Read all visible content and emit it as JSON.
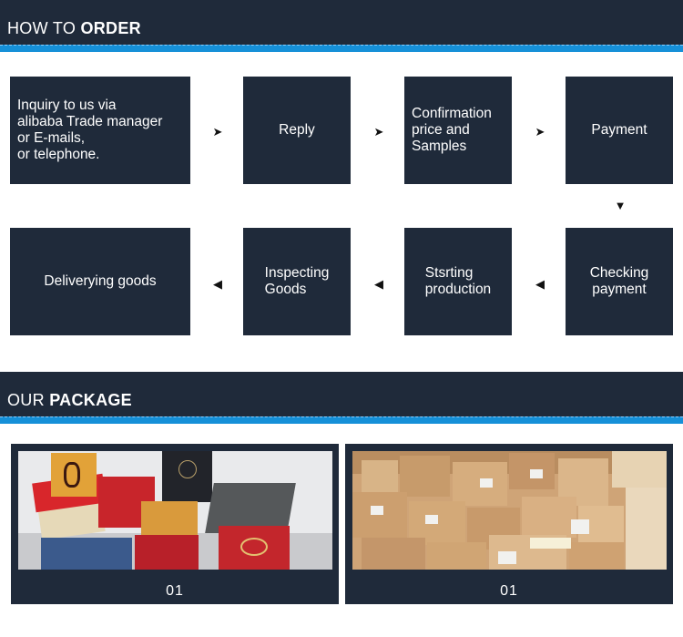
{
  "order_section": {
    "title_normal": "HOW TO ",
    "title_bold": "ORDER",
    "steps": [
      {
        "label": "Inquiry to us via\nalibaba Trade manager\nor E-mails,\nor telephone."
      },
      {
        "label": "Reply"
      },
      {
        "label": "Confirmation\nprice and\nSamples"
      },
      {
        "label": "Payment"
      },
      {
        "label": "Checking\npayment"
      },
      {
        "label": "Stsrting\nproduction"
      },
      {
        "label": "Inspecting\nGoods"
      },
      {
        "label": "Deliverying goods"
      }
    ],
    "arrows": {
      "right": "➤",
      "left": "◀",
      "down": "▼"
    }
  },
  "package_section": {
    "title_normal": "OUR ",
    "title_bold": "PACKAGE",
    "photos": [
      {
        "number": "01"
      },
      {
        "number": "01"
      }
    ]
  }
}
